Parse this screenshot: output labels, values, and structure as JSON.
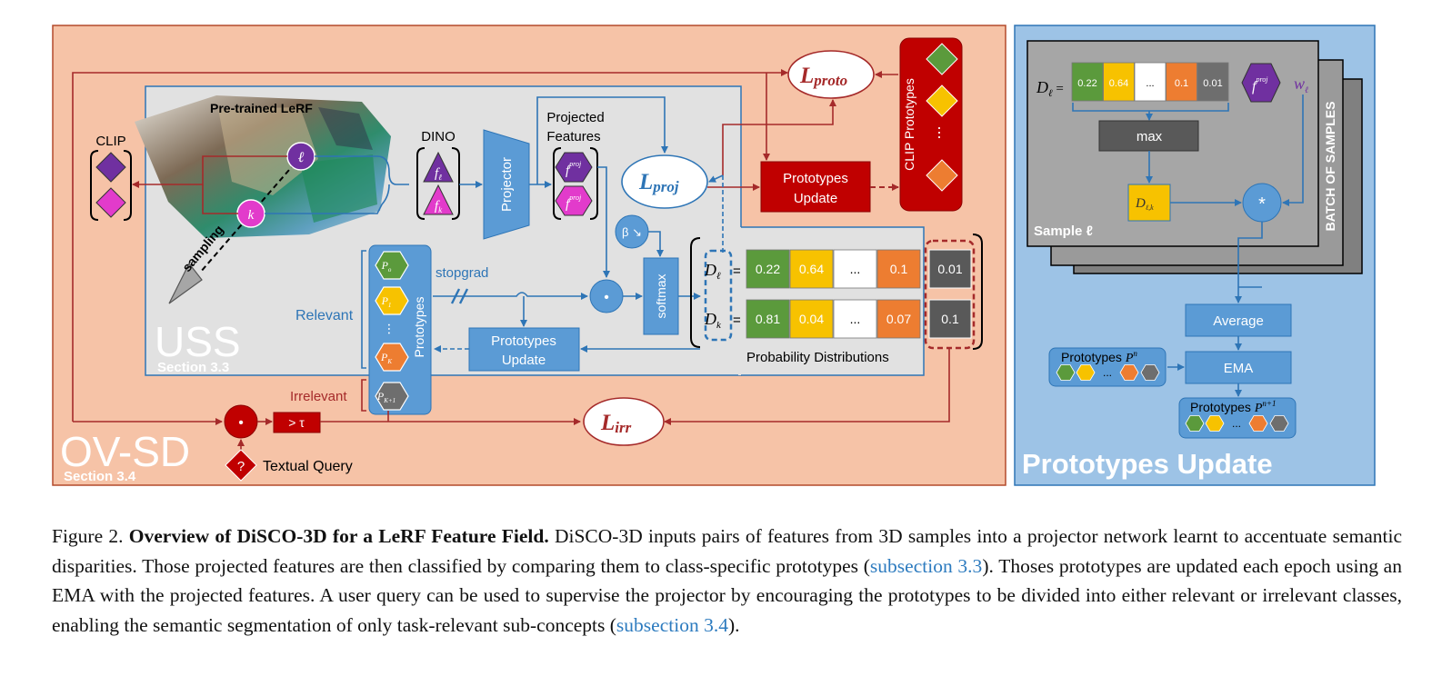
{
  "figure": {
    "ovsd": {
      "title": "OV-SD",
      "section": "Section 3.4"
    },
    "uss": {
      "title": "USS",
      "section": "Section 3.3"
    },
    "pretrained_label": "Pre-trained LeRF",
    "clip_label": "CLIP",
    "dino_label": "DINO",
    "sampling_label": "sampling",
    "sample_l": "ℓ",
    "sample_k": "k",
    "dino_fl": "f",
    "dino_fl_sub": "ℓ",
    "dino_fk": "f",
    "dino_fk_sub": "k",
    "projector_label": "Projector",
    "projected_features_line1": "Projected",
    "projected_features_line2": "Features",
    "proj_fl": "f",
    "proj_fl_sup": "proj",
    "proj_fl_sub": "ℓ",
    "proj_fk": "f",
    "proj_fk_sup": "proj",
    "proj_fk_sub": "k",
    "loss_proto_L": "L",
    "loss_proto_sub": "proto",
    "loss_proj_L": "L",
    "loss_proj_sub": "proj",
    "loss_irr_L": "L",
    "loss_irr_sub": "irr",
    "proto_update_red": "Prototypes\nUpdate",
    "clip_prototypes_label": "CLIP Prototypes",
    "clip_prototypes_colors": [
      "#5b9a3c",
      "#f7c200",
      "#ed7d31"
    ],
    "beta_label": "β ↘",
    "dot_label": "•",
    "softmax_label": "softmax",
    "stopgrad_label": "stopgrad",
    "relevant_label": "Relevant",
    "irrelevant_label": "Irrelevant",
    "prototypes_label": "Prototypes",
    "prototype_items": [
      {
        "label": "P",
        "sub": "o",
        "color": "#5b9a3c"
      },
      {
        "label": "P",
        "sub": "1",
        "color": "#f7c200"
      },
      {
        "label": "P",
        "sub": "K",
        "color": "#ed7d31"
      },
      {
        "label": "P",
        "sub": "K+1",
        "color": "#6e6e6e"
      }
    ],
    "proto_update_blue": "Prototypes\nUpdate",
    "dist_l_label": "D",
    "dist_l_sub": "ℓ",
    "dist_k_label": "D",
    "dist_k_sub": "k",
    "dist_l_values": [
      "0.22",
      "0.64",
      "...",
      "0.1"
    ],
    "dist_l_irr": "0.01",
    "dist_k_values": [
      "0.81",
      "0.04",
      "...",
      "0.07"
    ],
    "dist_k_irr": "0.1",
    "dist_colors": [
      "#5b9a3c",
      "#f7c200",
      "#ffffff",
      "#ed7d31"
    ],
    "prob_dist_label": "Probability Distributions",
    "threshold_label": "> τ",
    "query_icon": "?",
    "textual_query_label": "Textual Query",
    "right_panel": {
      "title": "Prototypes Update",
      "batch_label": "BATCH OF SAMPLES",
      "sample_label": "Sample ℓ",
      "dl_label": "D",
      "dl_sub": "ℓ",
      "dl_values": [
        "0.22",
        "0.64",
        "...",
        "0.1",
        "0.01"
      ],
      "dl_colors": [
        "#5b9a3c",
        "#f7c200",
        "#ffffff",
        "#ed7d31",
        "#6e6e6e"
      ],
      "f_label": "f",
      "f_sup": "proj",
      "f_sub": "ℓ",
      "w_label": "w",
      "w_sub": "ℓ",
      "max_label": "max",
      "dlk_label": "D",
      "dlk_sub": "ℓ,k",
      "mult_label": "*",
      "average_label": "Average",
      "ema_label": "EMA",
      "protos_n_label": "Prototypes ",
      "protos_n_sym": "P",
      "protos_n_sup": "n",
      "protos_n1_label": "Prototypes ",
      "protos_n1_sym": "P",
      "protos_n1_sup": "n+1",
      "proto_dot_colors": [
        "#5b9a3c",
        "#f7c200",
        "#ed7d31",
        "#6e6e6e"
      ],
      "ellipsis": "..."
    }
  },
  "caption": {
    "prefix": "Figure 2. ",
    "bold": "Overview of DiSCO-3D for a LeRF Feature Field.",
    "part1": " DiSCO-3D inputs pairs of features from 3D samples into a projector network learnt to accentuate semantic disparities. Those projected features are then classified by comparing them to class-specific prototypes (",
    "ref1": "subsection 3.3",
    "part2": "). Thoses prototypes are updated each epoch using an EMA with the projected features. A user query can be used to supervise the projector by encouraging the prototypes to be divided into either relevant or irrelevant classes, enabling the semantic segmentation of only task-relevant sub-concepts (",
    "ref2": "subsection 3.4",
    "part3": ")."
  }
}
